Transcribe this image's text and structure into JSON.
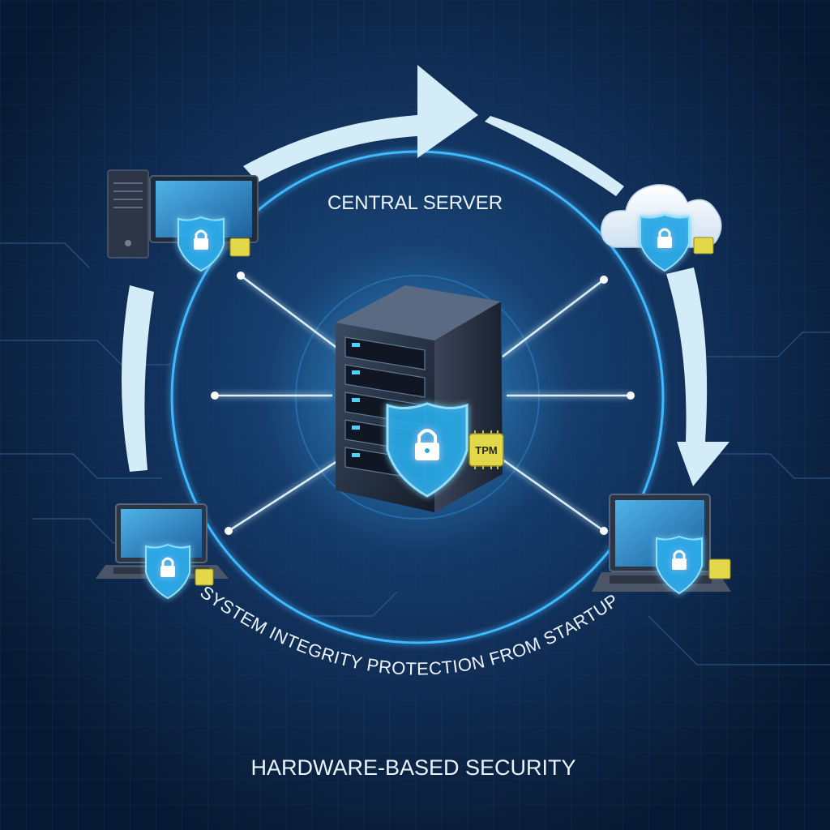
{
  "diagram": {
    "center_label": "CENTRAL SERVER",
    "arc_label": "SYSTEM INTEGRITY PROTECTION FROM STARTUP",
    "footer_label": "HARDWARE-BASED SECURITY",
    "chip_label": "TPM",
    "nodes": [
      {
        "name": "desktop-workstation"
      },
      {
        "name": "cloud"
      },
      {
        "name": "laptop-left"
      },
      {
        "name": "laptop-right"
      }
    ]
  },
  "colors": {
    "background": "#0b1f3d",
    "ring": "#3fb8ff",
    "arrow": "#d3ecf8",
    "shield": "#2aa8e6",
    "chip": "#e2d84a"
  },
  "icons": [
    "server-icon",
    "shield-lock-icon",
    "tpm-chip-icon",
    "cloud-icon",
    "laptop-icon",
    "desktop-icon",
    "monitor-icon",
    "arrow-icon"
  ]
}
